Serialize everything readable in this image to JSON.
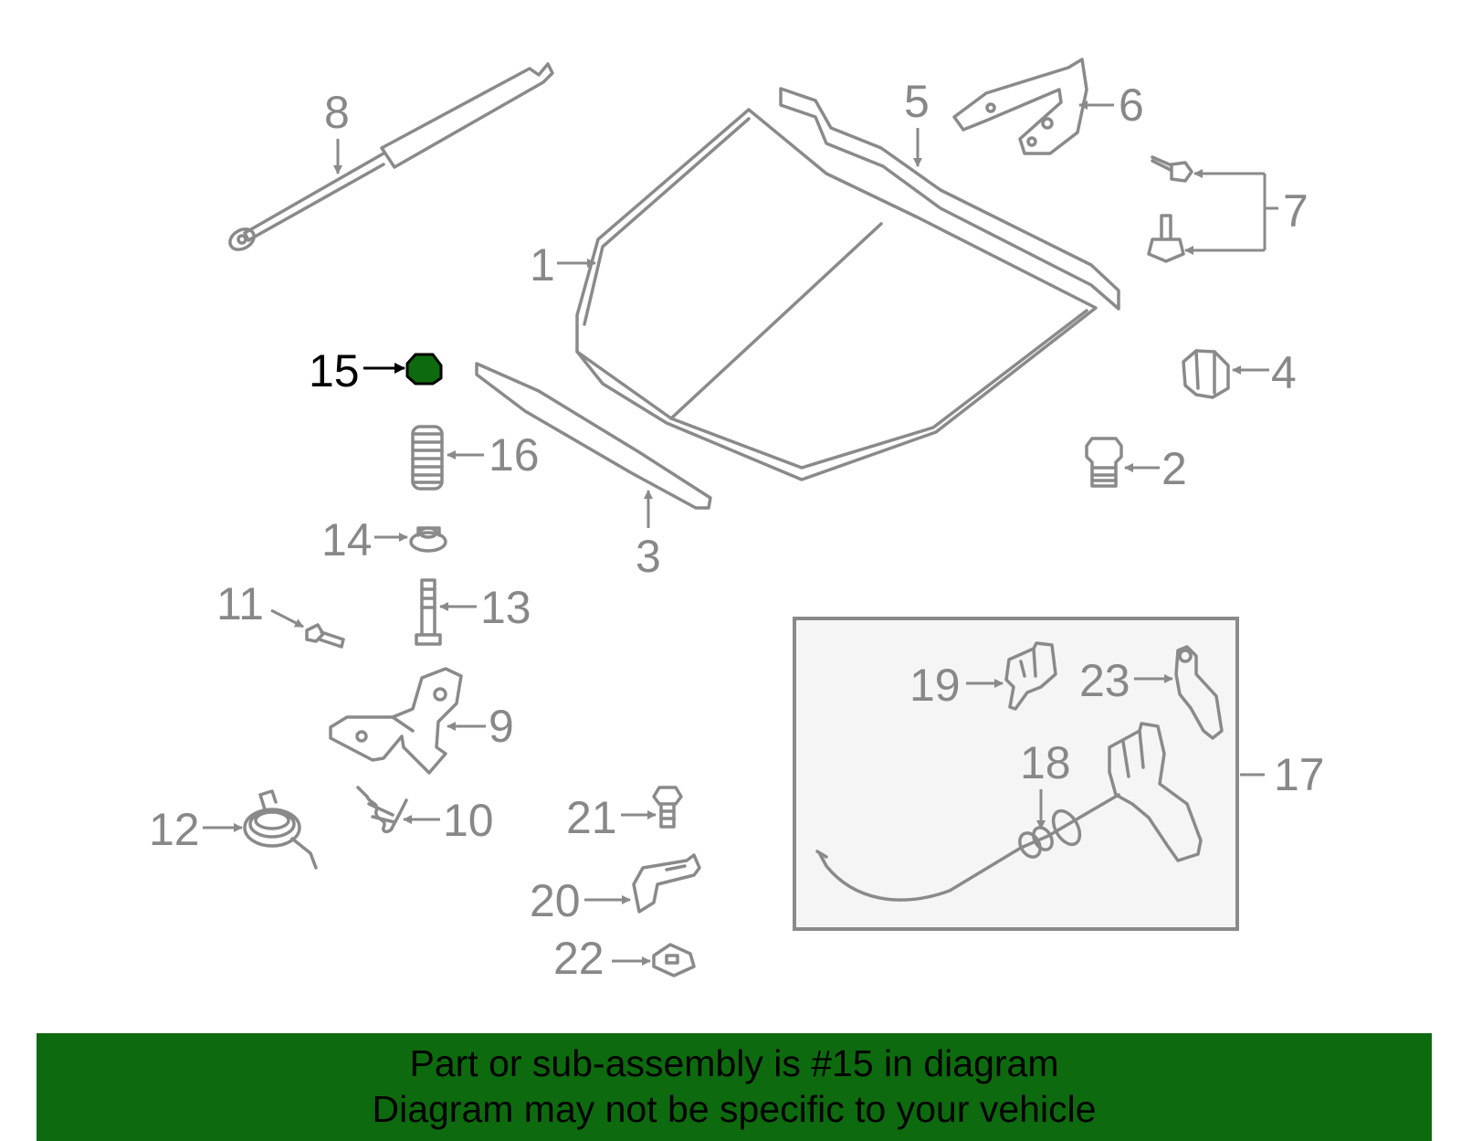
{
  "colors": {
    "line": "#8a8a8a",
    "highlight_part": "#0e6a0e",
    "banner": "#0e6a0e",
    "inset_bg": "#f5f5f5"
  },
  "callouts": {
    "c1": "1",
    "c2": "2",
    "c3": "3",
    "c4": "4",
    "c5": "5",
    "c6": "6",
    "c7": "7",
    "c8": "8",
    "c9": "9",
    "c10": "10",
    "c11": "11",
    "c12": "12",
    "c13": "13",
    "c14": "14",
    "c15": "15",
    "c16": "16",
    "c17": "17",
    "c18": "18",
    "c19": "19",
    "c20": "20",
    "c21": "21",
    "c22": "22",
    "c23": "23"
  },
  "highlighted_part": "15",
  "footer": {
    "line1": "Part or sub-assembly is #15 in diagram",
    "line2": "Diagram may not be specific to your vehicle"
  }
}
